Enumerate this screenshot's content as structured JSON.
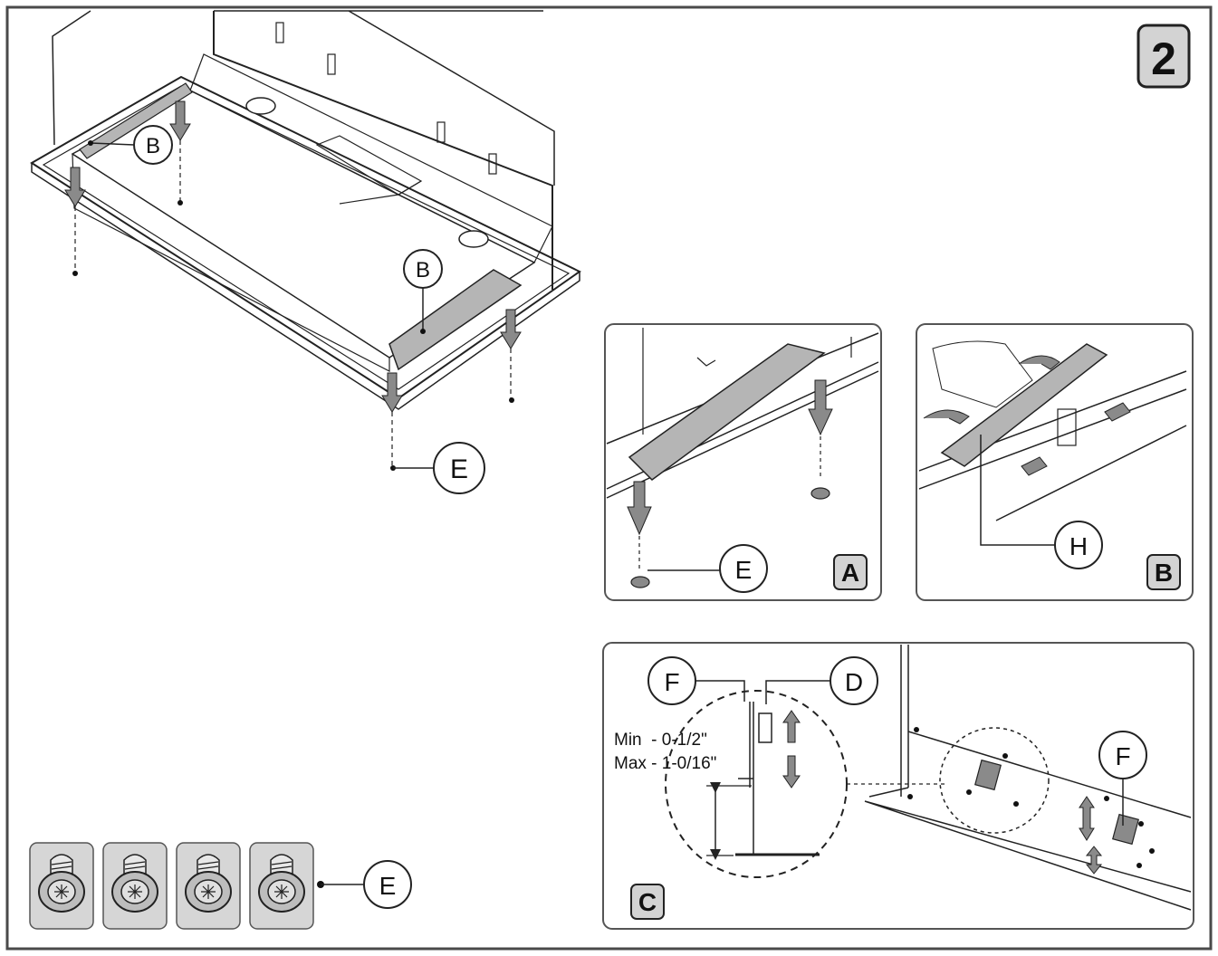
{
  "step_number": "2",
  "callouts": {
    "b": "B",
    "e": "E",
    "h": "H",
    "f": "F",
    "d": "D"
  },
  "panels": {
    "a": {
      "tag": "A"
    },
    "b": {
      "tag": "B"
    },
    "c": {
      "tag": "C",
      "min_text": "Min  - 0-1/2\"",
      "max_text": "Max - 1-0/16\""
    }
  },
  "screw_count": 4,
  "colors": {
    "frame": "#4a4a4a",
    "panel_border": "#555555",
    "tag_fill": "#d3d3d3",
    "arrow_fill": "#8a8a8a",
    "bracket_fill": "#b5b5b5"
  }
}
